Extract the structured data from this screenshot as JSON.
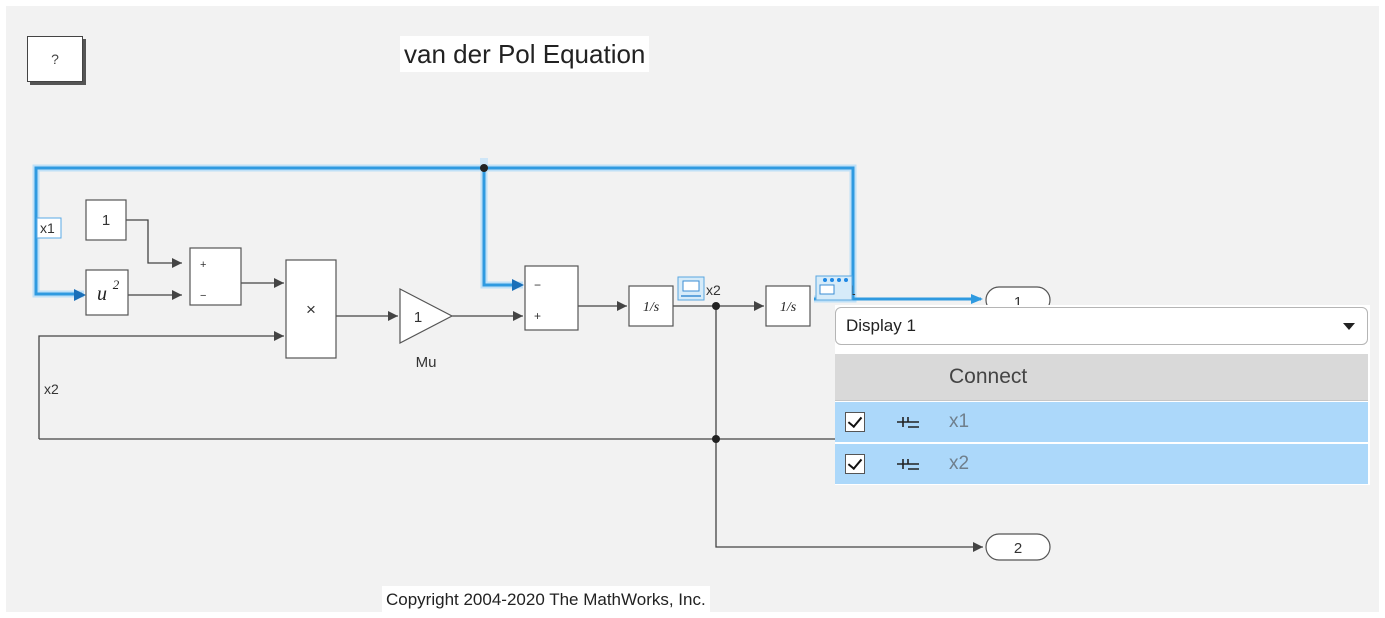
{
  "diagram": {
    "title": "van der Pol Equation",
    "copyright": "Copyright 2004-2020 The MathWorks, Inc.",
    "help_label": "?",
    "blocks": {
      "constant_value": "1",
      "square_label": "u",
      "square_exponent": "2",
      "sum1_signs": [
        "+",
        "−"
      ],
      "product_symbol": "×",
      "gain_value": "1",
      "gain_name": "Mu",
      "sum2_signs": [
        "−",
        "+"
      ],
      "integrator_label": "1/s",
      "outport_1": "1",
      "outport_2": "2"
    },
    "signal_labels": {
      "x1_left": "x1",
      "x2_bottom": "x2",
      "x2_mid": "x2",
      "x1_right": "x1"
    }
  },
  "popup": {
    "display_selected": "Display 1",
    "column_header": "Connect",
    "signals": [
      {
        "name": "x1",
        "checked": true
      },
      {
        "name": "x2",
        "checked": true
      }
    ]
  },
  "colors": {
    "canvas": "#f2f2f2",
    "selection": "#2f9ae0",
    "row_highlight": "#acd8fa",
    "line": "#444444"
  }
}
